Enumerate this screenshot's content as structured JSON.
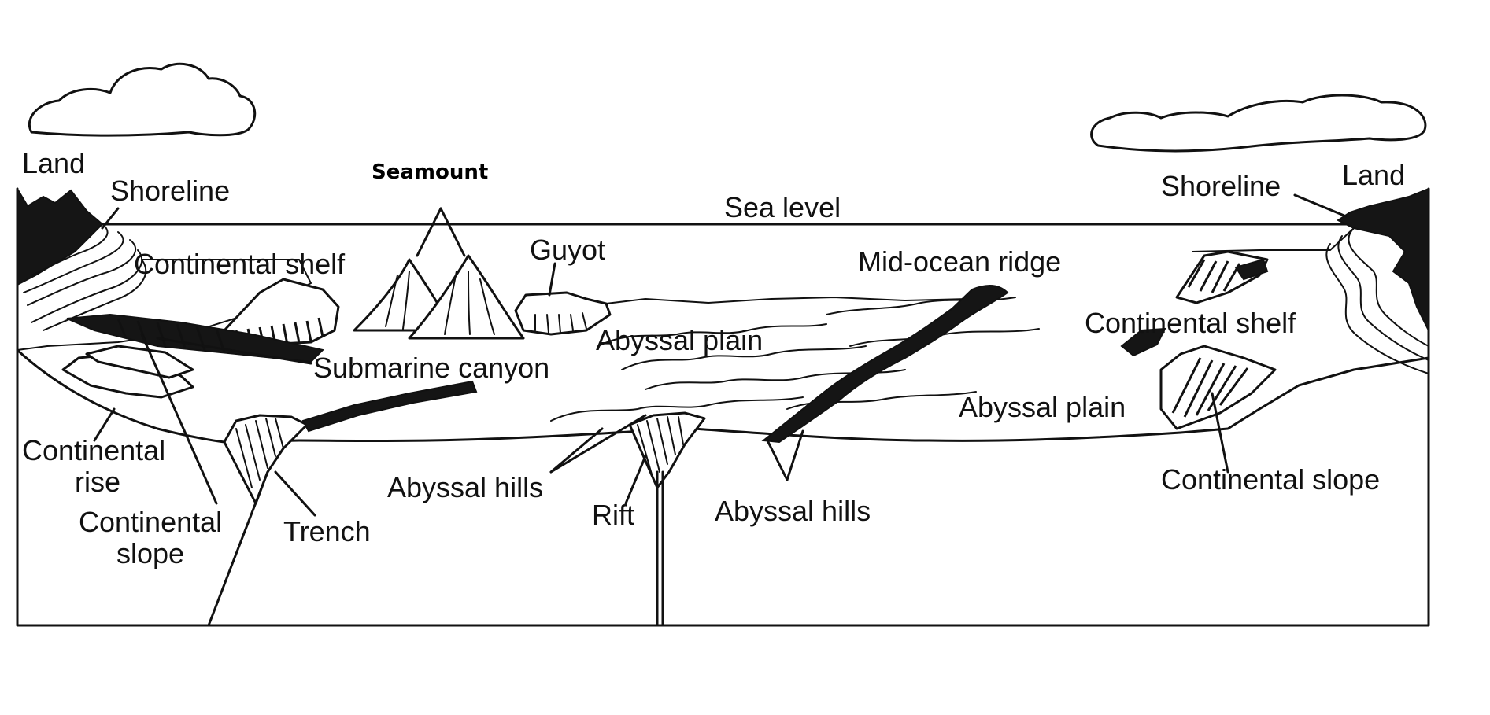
{
  "labels": {
    "land_left": "Land",
    "land_right": "Land",
    "shoreline_left": "Shoreline",
    "shoreline_right": "Shoreline",
    "seamount": "Seamount",
    "sea_level": "Sea level",
    "guyot": "Guyot",
    "mid_ocean_ridge": "Mid-ocean ridge",
    "continental_shelf_left": "Continental shelf",
    "continental_shelf_right": "Continental shelf",
    "abyssal_plain_center": "Abyssal plain",
    "abyssal_plain_right": "Abyssal plain",
    "submarine_canyon": "Submarine canyon",
    "continental_rise_line1": "Continental",
    "continental_rise_line2": "rise",
    "continental_slope_left_line1": "Continental",
    "continental_slope_left_line2": "slope",
    "trench": "Trench",
    "abyssal_hills_left": "Abyssal hills",
    "rift": "Rift",
    "abyssal_hills_center": "Abyssal hills",
    "continental_slope_right": "Continental slope"
  },
  "colors": {
    "ink": "#111111",
    "background": "#ffffff"
  }
}
